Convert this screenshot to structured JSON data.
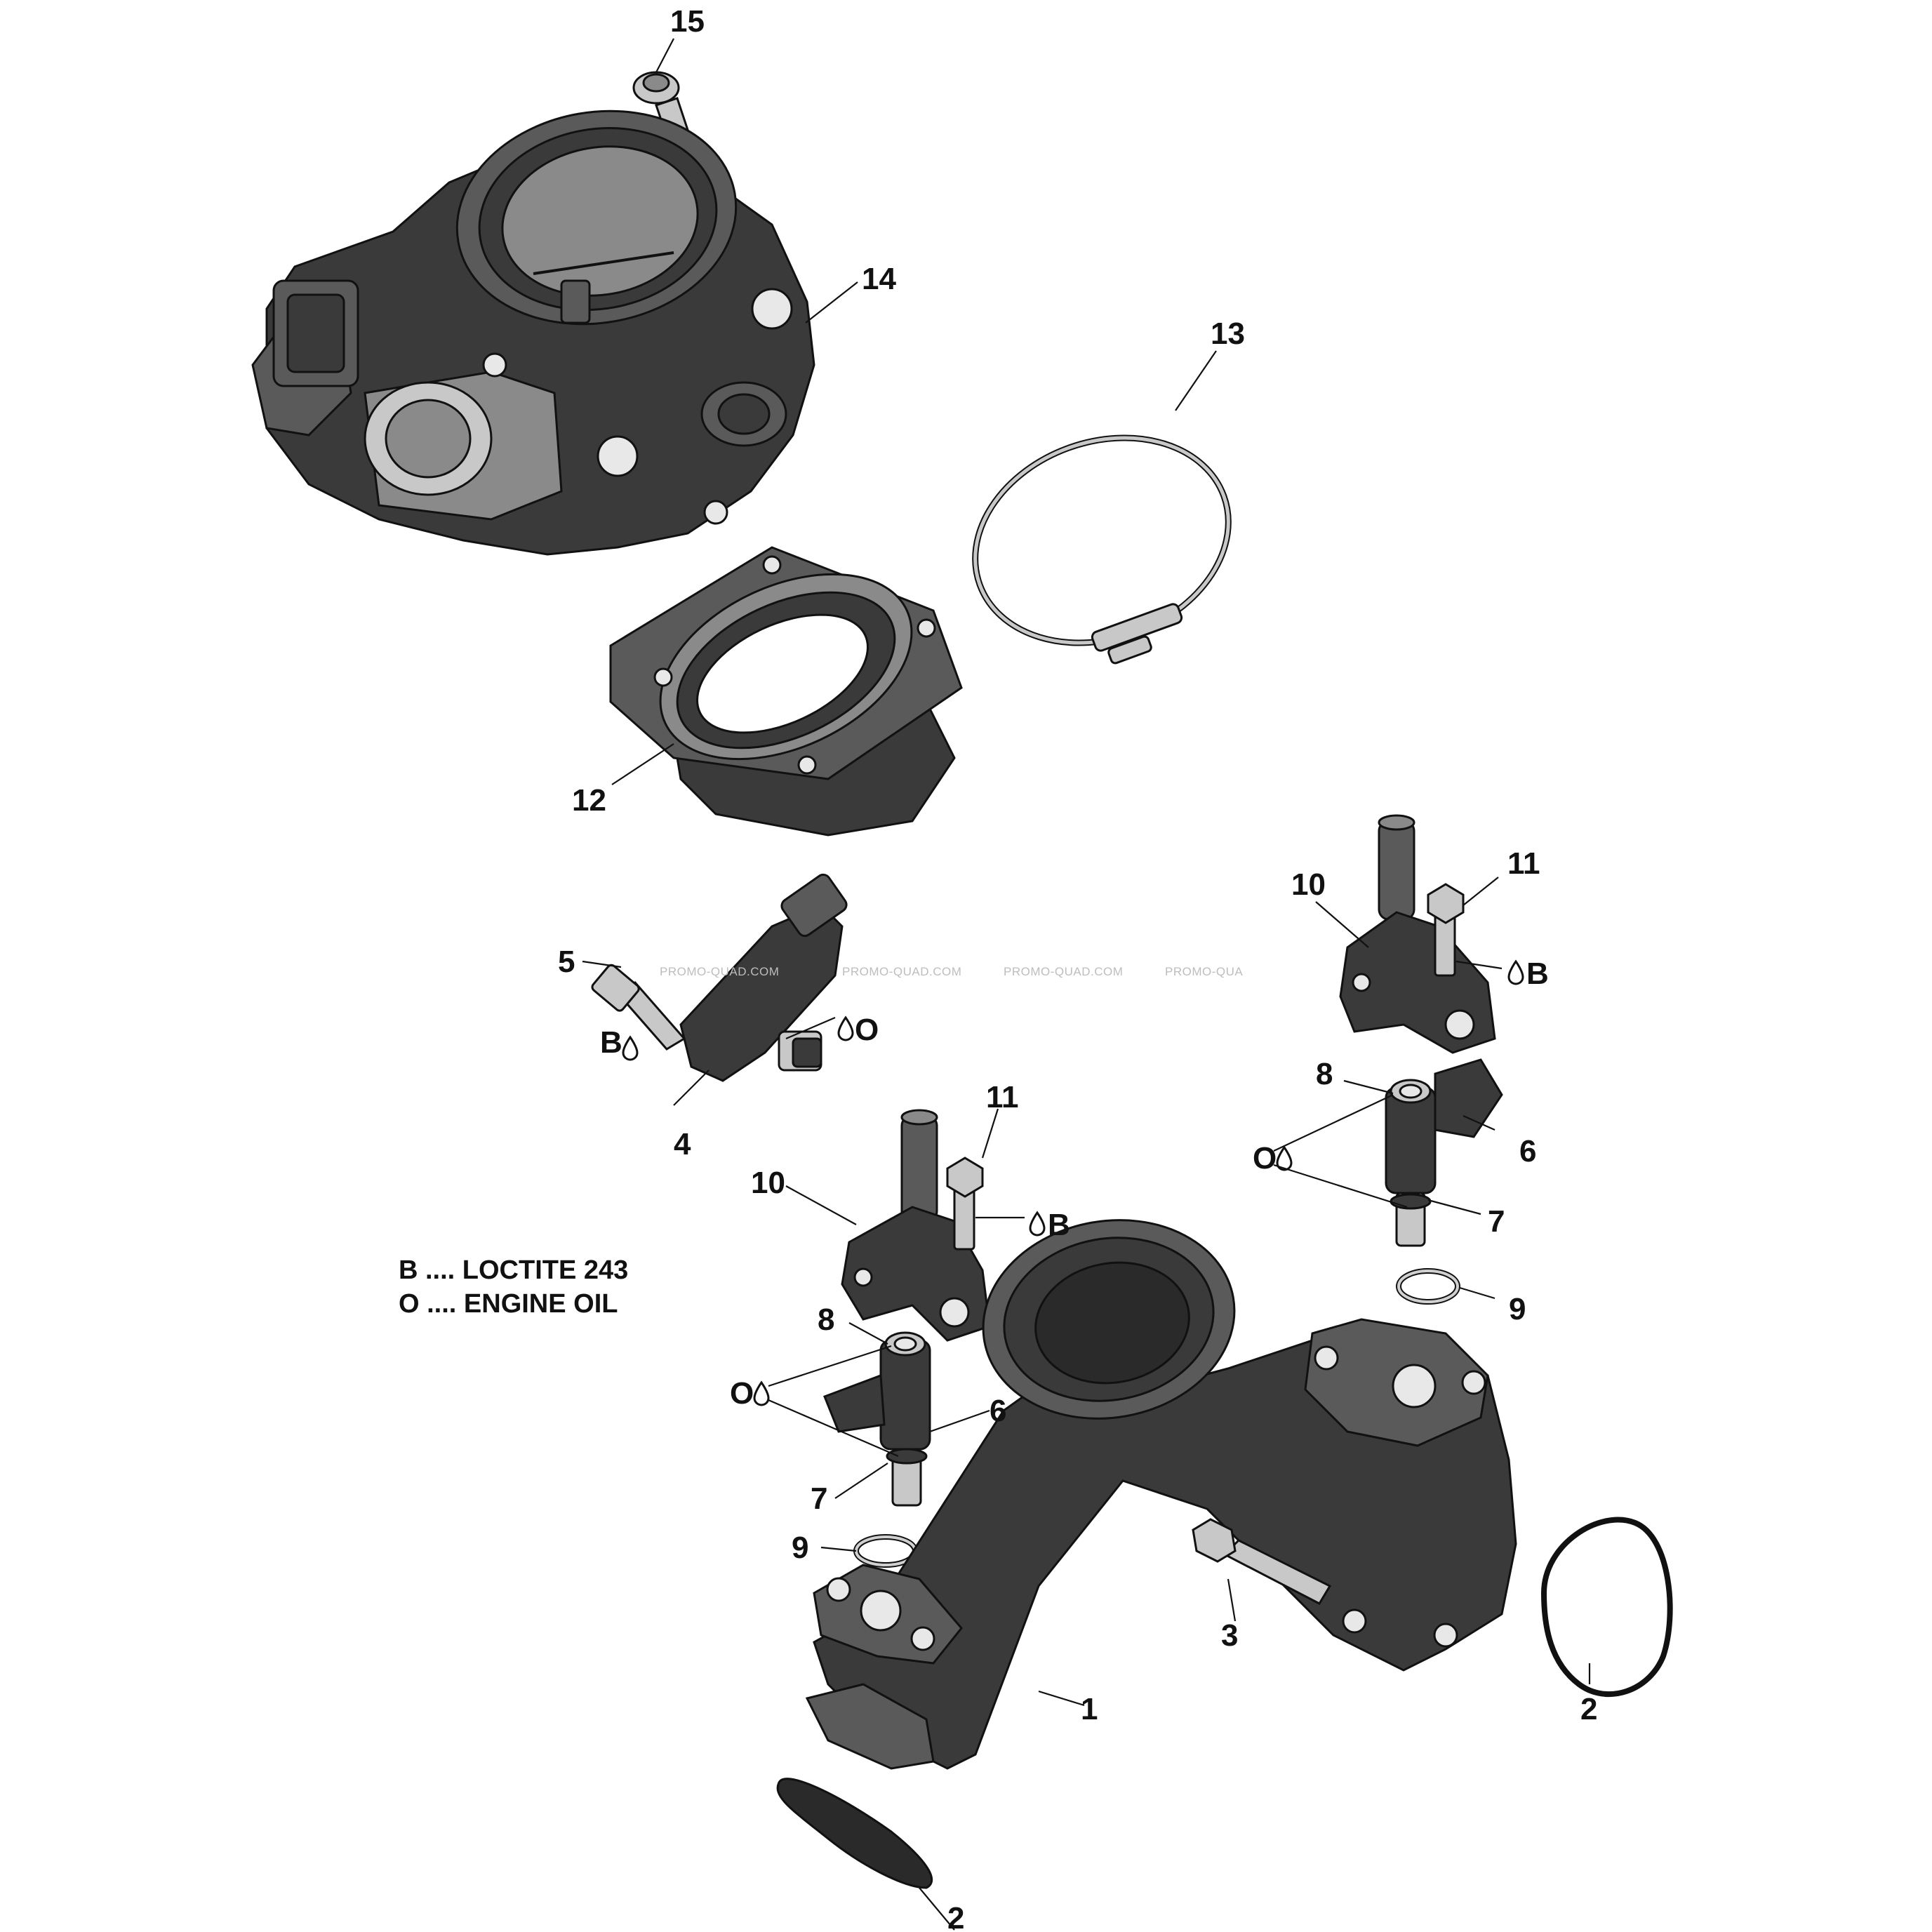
{
  "callouts": {
    "c1": "1",
    "c2a": "2",
    "c2b": "2",
    "c3": "3",
    "c4": "4",
    "c5": "5",
    "c6a": "6",
    "c6b": "6",
    "c7a": "7",
    "c7b": "7",
    "c8a": "8",
    "c8b": "8",
    "c9a": "9",
    "c9b": "9",
    "c10a": "10",
    "c10b": "10",
    "c11a": "11",
    "c11b": "11",
    "c12": "12",
    "c13": "13",
    "c14": "14",
    "c15": "15"
  },
  "symbols": {
    "b_left": "B",
    "o_sensor": "O",
    "b_upper_right": "B",
    "o_upper_right": "O",
    "b_mid": "B",
    "o_lower": "O"
  },
  "legend": {
    "line1": "B .... LOCTITE 243",
    "line2": "O .... ENGINE OIL"
  },
  "watermark": {
    "t1": "PROMO-QUAD.COM",
    "t2": "PROMO-QUAD.COM",
    "t3": "PROMO-QUAD.COM",
    "t4": "PROMO-QUA"
  }
}
